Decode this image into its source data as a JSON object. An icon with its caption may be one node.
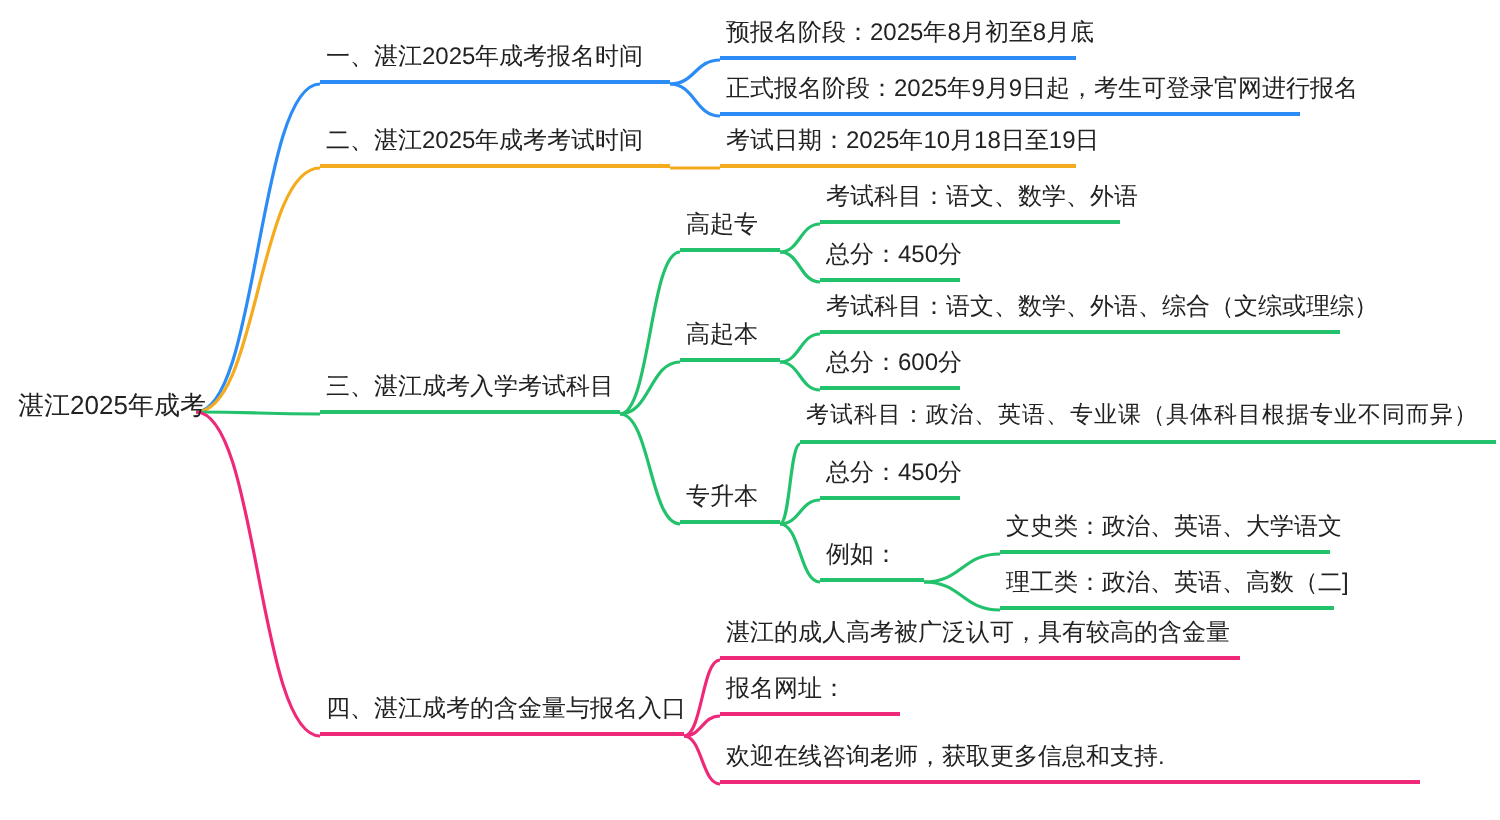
{
  "diagram": {
    "nodes": [
      {
        "text": [
          "湛江2025年成考"
        ]
      },
      {
        "text": [
          "一、湛江2025年成考报名时间"
        ]
      },
      {
        "text": [
          "预报名阶段：2025年8月初至8月底"
        ]
      },
      {
        "text": [
          "正式报名阶段：2025年9月9日起，考生可登录官网进行报名"
        ]
      },
      {
        "text": [
          "二、湛江2025年成考考试时间"
        ]
      },
      {
        "text": [
          "考试日期：2025年10月18日至19日"
        ]
      },
      {
        "text": [
          "三、湛江成考入学考试科目"
        ]
      },
      {
        "text": [
          "高起专"
        ]
      },
      {
        "text": [
          "考试科目：语文、数学、外语"
        ]
      },
      {
        "text": [
          "总分：450分"
        ]
      },
      {
        "text": [
          "高起本"
        ]
      },
      {
        "text": [
          "考试科目：语文、数学、外语、综合（文综或理综）"
        ]
      },
      {
        "text": [
          "总分：600分"
        ]
      },
      {
        "text": [
          "专升本"
        ]
      },
      {
        "text": [
          "考试科目：政治、英语、专业课（具体科目根据专业不同而异）"
        ]
      },
      {
        "text": [
          "总分：450分"
        ]
      },
      {
        "text": [
          "例如："
        ]
      },
      {
        "text": [
          "文史类：政治、英语、大学语文"
        ]
      },
      {
        "text": [
          "理工类：政治、英语、高数（二]"
        ]
      },
      {
        "text": [
          "四、湛江成考的含金量与报名入口"
        ]
      },
      {
        "text": [
          "湛江的成人高考被广泛认可，具有较高的含金量"
        ]
      },
      {
        "text": [
          "报名网址："
        ]
      },
      {
        "text": [
          "欢迎在线咨询老师，获取更多信息和支持."
        ]
      }
    ],
    "edges": [
      {
        "from": 0,
        "to": 1,
        "arrow": "none",
        "color": "#2b8cf5"
      },
      {
        "from": 1,
        "to": 2,
        "arrow": "none",
        "color": "#2b8cf5"
      },
      {
        "from": 1,
        "to": 3,
        "arrow": "none",
        "color": "#2b8cf5"
      },
      {
        "from": 0,
        "to": 4,
        "arrow": "none",
        "color": "#f5ab1e"
      },
      {
        "from": 4,
        "to": 5,
        "arrow": "none",
        "color": "#f5ab1e"
      },
      {
        "from": 0,
        "to": 6,
        "arrow": "none"
      },
      {
        "from": 6,
        "to": 7,
        "arrow": "none"
      },
      {
        "from": 7,
        "to": 8,
        "arrow": "none"
      },
      {
        "from": 7,
        "to": 9,
        "arrow": "none"
      },
      {
        "from": 6,
        "to": 10,
        "arrow": "none"
      },
      {
        "from": 10,
        "to": 11,
        "arrow": "none"
      },
      {
        "from": 10,
        "to": 12,
        "arrow": "none"
      },
      {
        "from": 6,
        "to": 13,
        "arrow": "none"
      },
      {
        "from": 13,
        "to": 14,
        "arrow": "none"
      },
      {
        "from": 13,
        "to": 15,
        "arrow": "none"
      },
      {
        "from": 13,
        "to": 16,
        "arrow": "none"
      },
      {
        "from": 16,
        "to": 17,
        "arrow": "none"
      },
      {
        "from": 16,
        "to": 18,
        "arrow": "none"
      },
      {
        "from": 0,
        "to": 19,
        "arrow": "none",
        "color": "#f0287a"
      },
      {
        "from": 19,
        "to": 20,
        "arrow": "none",
        "color": "#f0287a"
      },
      {
        "from": 19,
        "to": 21,
        "arrow": "none",
        "color": "#f0287a"
      },
      {
        "from": 19,
        "to": 22,
        "arrow": "none",
        "color": "#f0287a"
      }
    ]
  }
}
